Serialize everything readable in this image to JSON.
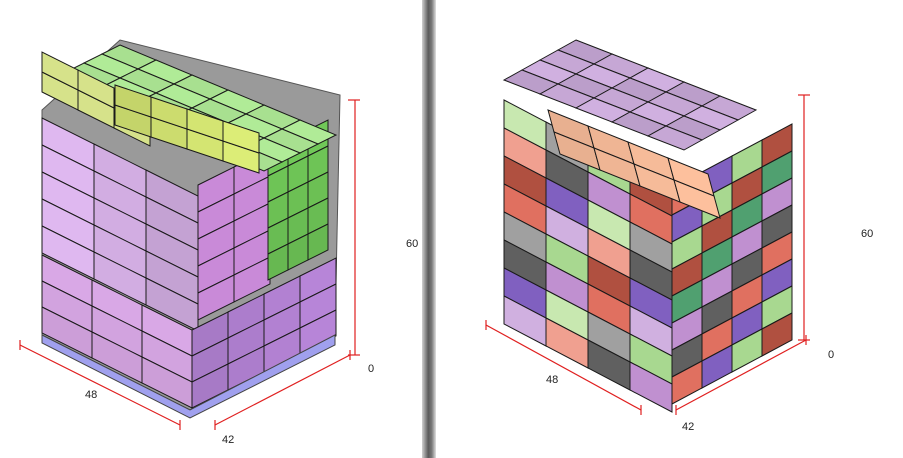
{
  "left_view": {
    "dims": {
      "length": "48",
      "width": "42",
      "height": "60",
      "origin": "0"
    }
  },
  "right_view": {
    "dims": {
      "length": "48",
      "width": "42",
      "height": "60",
      "origin": "0"
    }
  },
  "colors": {
    "frame_gray": "#9a9a9a",
    "axis_red": "#e02020",
    "divider": "#5a5a5a",
    "left_palette": [
      "#dfb8f0",
      "#d9a8e6",
      "#c98ad8",
      "#d6e28a",
      "#c4d46a",
      "#a8e090",
      "#70c858",
      "#b080d0"
    ],
    "right_palette": [
      "#e8b090",
      "#c8e8b0",
      "#a8d890",
      "#d0b0e0",
      "#c090d0",
      "#a0a0a0",
      "#606060",
      "#e07060",
      "#b05040",
      "#8060c0",
      "#50a070",
      "#f0a090"
    ]
  }
}
